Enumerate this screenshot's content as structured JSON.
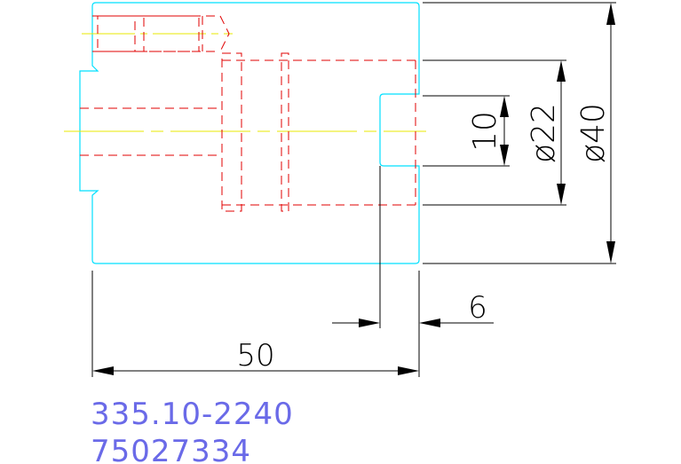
{
  "colors": {
    "outline": "#00e0ff",
    "hidden": "#e00000",
    "center": "#e8e800",
    "dimension": "#000000",
    "id_text": "#6a6ae8"
  },
  "dimensions": {
    "height_slot": "10",
    "diameter_bore": "ø22",
    "diameter_outer": "ø40",
    "offset": "6",
    "length": "50"
  },
  "part": {
    "number": "335.10-2240",
    "code": "75027334"
  }
}
